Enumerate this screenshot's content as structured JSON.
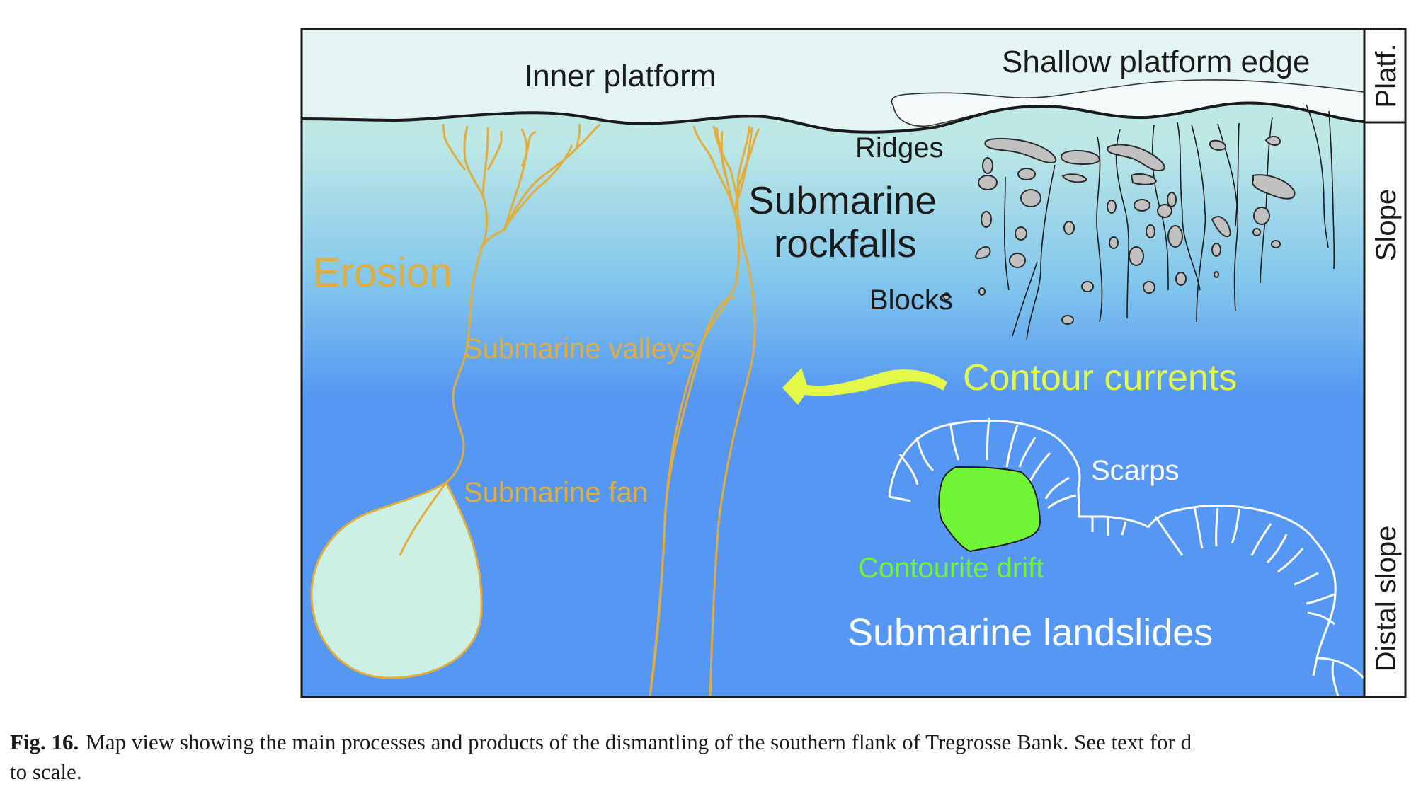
{
  "figure": {
    "labels": {
      "inner_platform": "Inner platform",
      "shallow_platform_edge": "Shallow platform edge",
      "ridges": "Ridges",
      "submarine_rockfalls_line1": "Submarine",
      "submarine_rockfalls_line2": "rockfalls",
      "blocks": "Blocks",
      "erosion": "Erosion",
      "submarine_valleys": "Submarine valleys",
      "submarine_fan": "Submarine fan",
      "contour_currents": "Contour currents",
      "scarps": "Scarps",
      "contourite_drift": "Contourite drift",
      "submarine_landslides": "Submarine landslides"
    },
    "zones": [
      {
        "label": "Platf."
      },
      {
        "label": "Slope"
      },
      {
        "label": "Distal slope"
      }
    ],
    "colors": {
      "platform": "#e3f4f3",
      "platform_edge": "#f4fafa",
      "slope_top": "#bde8e6",
      "slope_mid": "#82c6ec",
      "deep": "#5597f2",
      "valley": "#e2ad3a",
      "fan_fill": "#cdf0e5",
      "current_arrow": "#e4f84a",
      "drift": "#6ff535",
      "scarp": "#ffffff",
      "block_fill": "#c1c1c1",
      "outline": "#1a1a1a"
    }
  },
  "caption": {
    "figure_number": "Fig. 16.",
    "text_line1": "Map view showing the main processes and products of the dismantling of the southern flank of Tregrosse Bank. See text for d",
    "text_line2": "to scale."
  }
}
